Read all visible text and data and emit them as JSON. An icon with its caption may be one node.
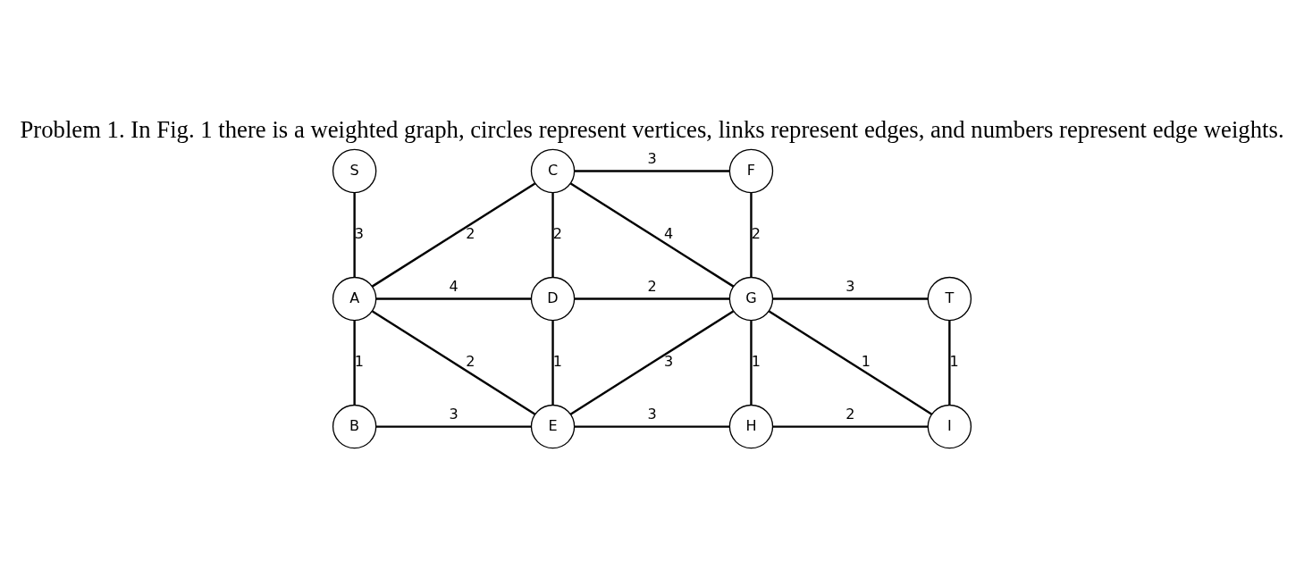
{
  "diagram": {
    "title": "Problem 1. In Fig. 1 there is a weighted graph, circles represent vertices, links represent edges, and numbers represent edge weights.",
    "nodes": [
      {
        "text": [
          "S"
        ]
      },
      {
        "text": [
          "C"
        ]
      },
      {
        "text": [
          "F"
        ]
      },
      {
        "text": [
          "A"
        ]
      },
      {
        "text": [
          "D"
        ]
      },
      {
        "text": [
          "G"
        ]
      },
      {
        "text": [
          "T"
        ]
      },
      {
        "text": [
          "B"
        ]
      },
      {
        "text": [
          "E"
        ]
      },
      {
        "text": [
          "H"
        ]
      },
      {
        "text": [
          "I"
        ]
      }
    ],
    "edges": [
      {
        "from": 0,
        "to": 3,
        "arrow": "none",
        "label": "3"
      },
      {
        "from": 3,
        "to": 1,
        "arrow": "none",
        "label": "2"
      },
      {
        "from": 1,
        "to": 2,
        "arrow": "none",
        "label": "3"
      },
      {
        "from": 1,
        "to": 4,
        "arrow": "none",
        "label": "2"
      },
      {
        "from": 1,
        "to": 5,
        "arrow": "none",
        "label": "4"
      },
      {
        "from": 2,
        "to": 5,
        "arrow": "none",
        "label": "2"
      },
      {
        "from": 3,
        "to": 4,
        "arrow": "none",
        "label": "4"
      },
      {
        "from": 4,
        "to": 5,
        "arrow": "none",
        "label": "2"
      },
      {
        "from": 5,
        "to": 6,
        "arrow": "none",
        "label": "3"
      },
      {
        "from": 3,
        "to": 7,
        "arrow": "none",
        "label": "1"
      },
      {
        "from": 3,
        "to": 8,
        "arrow": "none",
        "label": "2"
      },
      {
        "from": 4,
        "to": 8,
        "arrow": "none",
        "label": "1"
      },
      {
        "from": 8,
        "to": 5,
        "arrow": "none",
        "label": "3"
      },
      {
        "from": 5,
        "to": 9,
        "arrow": "none",
        "label": "1"
      },
      {
        "from": 5,
        "to": 10,
        "arrow": "none",
        "label": "1"
      },
      {
        "from": 6,
        "to": 10,
        "arrow": "none",
        "label": "1"
      },
      {
        "from": 7,
        "to": 8,
        "arrow": "none",
        "label": "3"
      },
      {
        "from": 8,
        "to": 9,
        "arrow": "none",
        "label": "3"
      },
      {
        "from": 9,
        "to": 10,
        "arrow": "none",
        "label": "2"
      }
    ]
  }
}
